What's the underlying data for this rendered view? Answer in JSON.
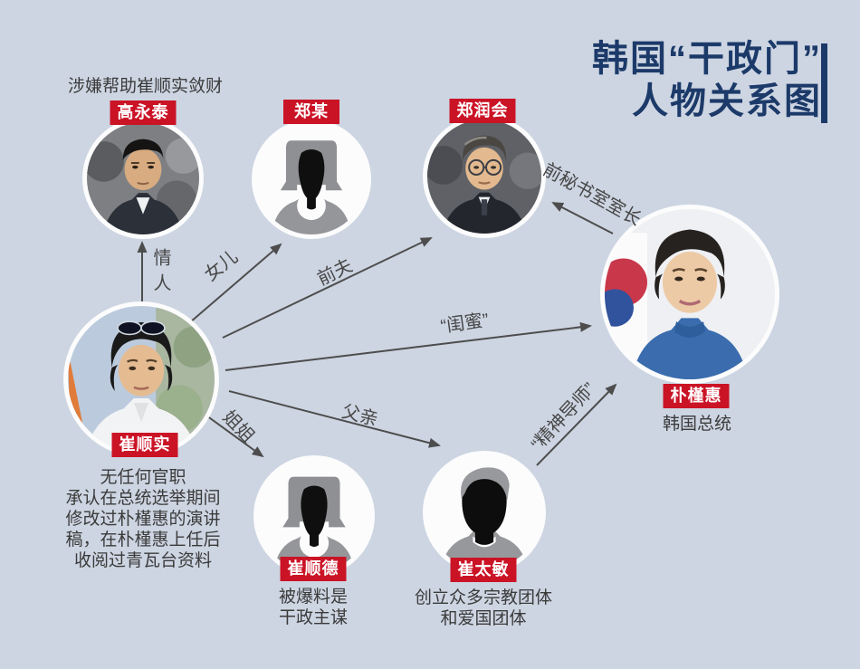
{
  "title": {
    "line1": "韩国“干政门”",
    "line2": "人物关系图"
  },
  "colors": {
    "background": "#cdd5e2",
    "tag_red": "#cb1326",
    "title_navy": "#1c3a69",
    "arrow_gray": "#4d4d4d",
    "note_color": "#3b3b3b"
  },
  "people": {
    "gao_yongtai": {
      "name": "高永泰",
      "note": "涉嫌帮助崔顺实敛财"
    },
    "zheng_mou": {
      "name": "郑某"
    },
    "zheng_runhui": {
      "name": "郑润会"
    },
    "piao_jinhui": {
      "name": "朴槿惠",
      "subtitle": "韩国总统"
    },
    "cui_shunshi": {
      "name": "崔顺实",
      "note_lines": [
        "无任何官职",
        "承认在总统选举期间",
        "修改过朴槿惠的演讲",
        "稿，在朴槿惠上任后",
        "收阅过青瓦台资料"
      ]
    },
    "cui_shunde": {
      "name": "崔顺德",
      "note_lines": [
        "被爆料是",
        "干政主谋"
      ]
    },
    "cui_taimin": {
      "name": "崔太敏",
      "note_lines": [
        "创立众多宗教团体",
        "和爱国团体"
      ]
    }
  },
  "relations": {
    "lover": "情人",
    "daughter": "女儿",
    "ex_husband": "前夫",
    "best_friend": "“闺蜜”",
    "sister": "姐姐",
    "father": "父亲",
    "spiritual_mentor": "“精神导师”",
    "ex_chief_secretary": "前秘书室室长"
  }
}
